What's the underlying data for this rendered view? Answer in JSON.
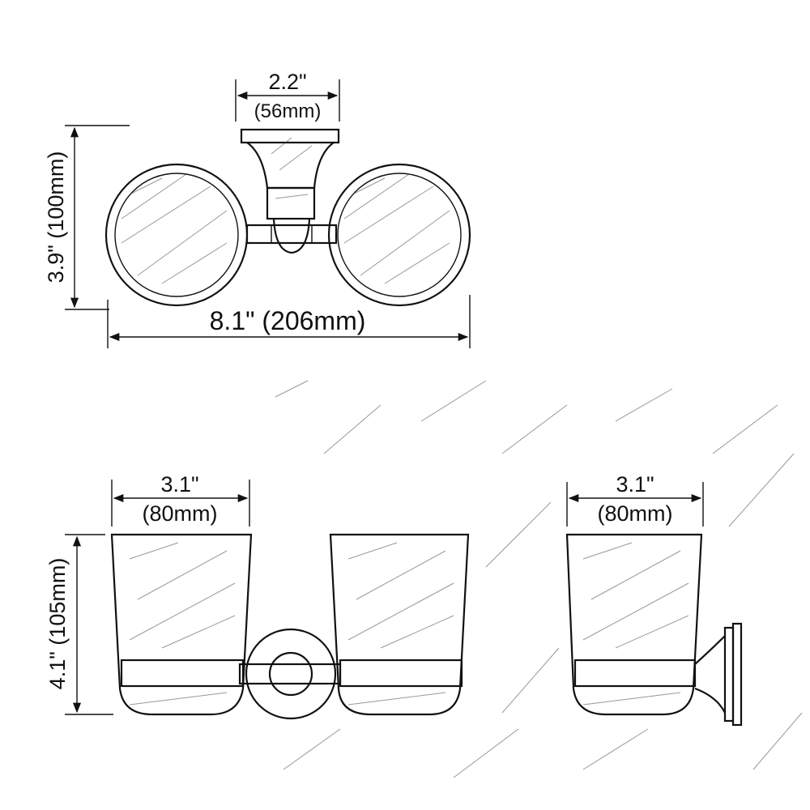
{
  "top_view": {
    "width_total": "8.1\" (206mm)",
    "depth": "3.9\" (100mm)",
    "mount_width_in": "2.2\"",
    "mount_width_mm": "(56mm)"
  },
  "front_view": {
    "cup_width_in": "3.1\"",
    "cup_width_mm": "(80mm)",
    "height": "4.1\" (105mm)"
  },
  "side_view": {
    "cup_width_in": "3.1\"",
    "cup_width_mm": "(80mm)"
  }
}
